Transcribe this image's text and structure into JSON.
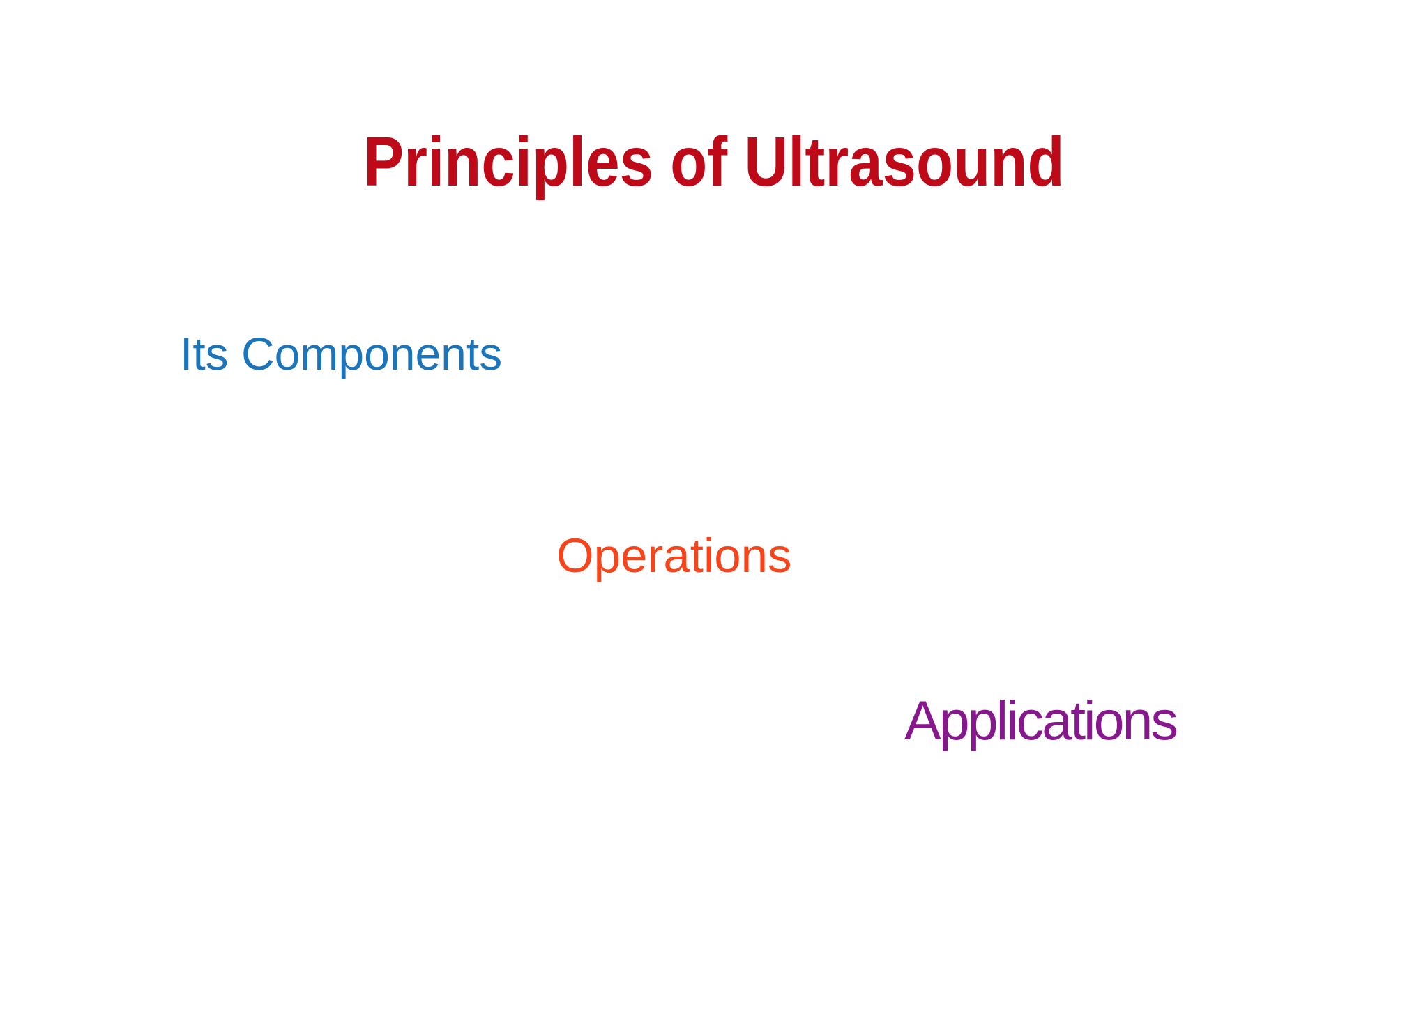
{
  "slide": {
    "background_color": "#FFFFFF",
    "title": {
      "text": "Principles of Ultrasound",
      "color": "#BE0A18"
    },
    "items": [
      {
        "text": "Its Components",
        "color": "#1B75BC"
      },
      {
        "text": "Operations",
        "color": "#F8441A"
      },
      {
        "text": "Applications",
        "color": "#87178C"
      }
    ]
  }
}
